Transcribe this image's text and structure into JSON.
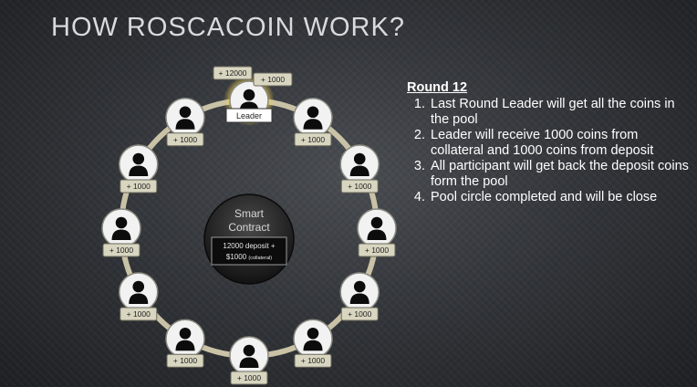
{
  "slide": {
    "title": "HOW ROSCACOIN WORK?"
  },
  "diagram": {
    "center": {
      "line1": "Smart",
      "line2": "Contract",
      "box_line1": "12000 deposit +",
      "box_line2_main": "$1000",
      "box_line2_small": "(collateral)"
    },
    "leader_label": "Leader",
    "leader_badges": [
      "+ 12000",
      "+ 1000"
    ],
    "participant_badge": "+ 1000",
    "participant_count": 12
  },
  "steps": {
    "heading": "Round 12",
    "items": [
      "Last Round Leader will get all the coins in the pool",
      "Leader will receive 1000 coins from collateral and 1000 coins from deposit",
      "All participant will get back the deposit coins form the pool",
      "Pool circle completed and will be close"
    ]
  },
  "colors": {
    "ring": "#c9c2a6",
    "badge_fill": "#d8d5c0",
    "badge_stroke": "#6b6a5c",
    "leader_glow": "#f3d24a",
    "node_fill": "#f2f2f2",
    "person": "#0c0c0c"
  }
}
